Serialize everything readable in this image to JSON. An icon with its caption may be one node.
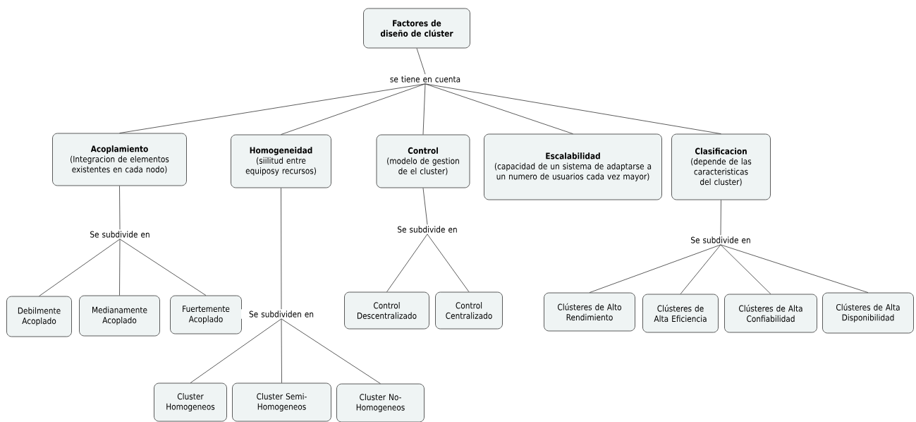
{
  "diagram": {
    "nodes": [
      {
        "text": [
          "Factores de diseño de clúster"
        ]
      },
      {
        "text": [
          "se tiene en cuenta"
        ]
      },
      {
        "text": [
          "Acoplamiento",
          "(Integracion de elementos existentes en cada nodo)"
        ]
      },
      {
        "text": [
          "Homogeneidad",
          "(siilitud entre equiposy recursos)"
        ]
      },
      {
        "text": [
          "Control",
          "(modelo de gestion de el cluster)"
        ]
      },
      {
        "text": [
          "Escalabilidad",
          "(capacidad de un sistema de adaptarse a un numero de usuarios cada vez mayor)"
        ]
      },
      {
        "text": [
          "Clasificacion",
          "(depende de las caracteristicas del cluster)"
        ]
      },
      {
        "text": [
          "Se subdivide en"
        ]
      },
      {
        "text": [
          "Se subdivide en"
        ]
      },
      {
        "text": [
          "Se subdivide en"
        ]
      },
      {
        "text": [
          "Debilmente Acoplado"
        ]
      },
      {
        "text": [
          "Medianamente Acoplado"
        ]
      },
      {
        "text": [
          "Fuertemente Acoplado"
        ]
      },
      {
        "text": [
          "Se subdividen en"
        ]
      },
      {
        "text": [
          "Control Descentralizado"
        ]
      },
      {
        "text": [
          "Control Centralizado"
        ]
      },
      {
        "text": [
          "Clústeres de Alto Rendimiento"
        ]
      },
      {
        "text": [
          "Clústeres de Alta Eficiencia"
        ]
      },
      {
        "text": [
          "Clústeres de Alta Confiabilidad"
        ]
      },
      {
        "text": [
          "Clústeres de Alta Disponibilidad"
        ]
      },
      {
        "text": [
          "Cluster Homogeneos"
        ]
      },
      {
        "text": [
          "Cluster Semi-Homogeneos"
        ]
      },
      {
        "text": [
          "Cluster No-Homogeneos"
        ]
      }
    ],
    "edges": [
      {
        "from": 0,
        "to": 1,
        "arrow": "none"
      },
      {
        "from": 1,
        "to": 2,
        "arrow": "none"
      },
      {
        "from": 1,
        "to": 3,
        "arrow": "none"
      },
      {
        "from": 1,
        "to": 4,
        "arrow": "none"
      },
      {
        "from": 1,
        "to": 5,
        "arrow": "none"
      },
      {
        "from": 1,
        "to": 6,
        "arrow": "none"
      },
      {
        "from": 2,
        "to": 7,
        "arrow": "none"
      },
      {
        "from": 4,
        "to": 8,
        "arrow": "none"
      },
      {
        "from": 6,
        "to": 9,
        "arrow": "none"
      },
      {
        "from": 7,
        "to": 10,
        "arrow": "none"
      },
      {
        "from": 7,
        "to": 11,
        "arrow": "none"
      },
      {
        "from": 7,
        "to": 12,
        "arrow": "none"
      },
      {
        "from": 3,
        "to": 13,
        "arrow": "none"
      },
      {
        "from": 8,
        "to": 14,
        "arrow": "none"
      },
      {
        "from": 8,
        "to": 15,
        "arrow": "none"
      },
      {
        "from": 9,
        "to": 16,
        "arrow": "none"
      },
      {
        "from": 9,
        "to": 17,
        "arrow": "none"
      },
      {
        "from": 9,
        "to": 18,
        "arrow": "none"
      },
      {
        "from": 9,
        "to": 19,
        "arrow": "none"
      },
      {
        "from": 13,
        "to": 20,
        "arrow": "none"
      },
      {
        "from": 13,
        "to": 21,
        "arrow": "none"
      },
      {
        "from": 13,
        "to": 22,
        "arrow": "none"
      }
    ]
  }
}
